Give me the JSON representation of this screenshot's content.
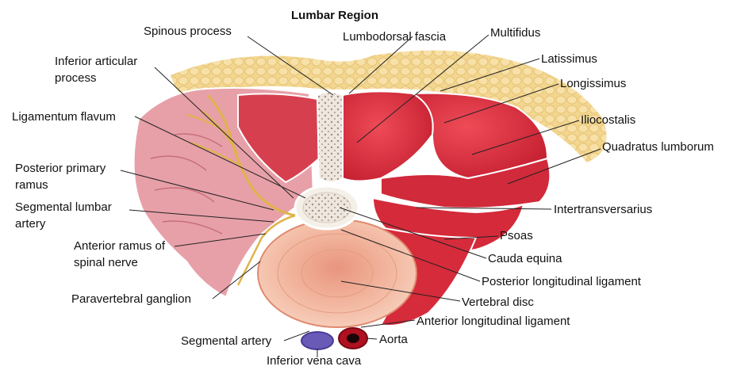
{
  "title": "Lumbar Region",
  "labels": {
    "spinous_process": "Spinous process",
    "lumbodorsal_fascia": "Lumbodorsal fascia",
    "multifidus": "Multifidus",
    "inferior_articular_process_1": "Inferior articular",
    "inferior_articular_process_2": "process",
    "latissimus": "Latissimus",
    "longissimus": "Longissimus",
    "ligamentum_flavum": "Ligamentum flavum",
    "iliocostalis": "Iliocostalis",
    "quadratus_lumborum": "Quadratus lumborum",
    "posterior_primary_ramus_1": "Posterior primary",
    "posterior_primary_ramus_2": "ramus",
    "segmental_lumbar_artery_1": "Segmental lumbar",
    "segmental_lumbar_artery_2": "artery",
    "intertransversarius": "Intertransversarius",
    "psoas": "Psoas",
    "anterior_ramus_1": "Anterior ramus of",
    "anterior_ramus_2": "spinal nerve",
    "cauda_equina": "Cauda equina",
    "posterior_longitudinal_ligament": "Posterior longitudinal ligament",
    "paravertebral_ganglion": "Paravertebral ganglion",
    "vertebral_disc": "Vertebral disc",
    "anterior_longitudinal_ligament": "Anterior longitudinal ligament",
    "segmental_artery": "Segmental artery",
    "aorta": "Aorta",
    "inferior_vena_cava": "Inferior vena cava"
  },
  "colors": {
    "fat": "#f2d48c",
    "muscle_red": "#d42a3a",
    "muscle_pink": "#e47b8a",
    "disc": "#f2b49a",
    "nerve": "#e0b34a",
    "aorta": "#b01020",
    "vena_cava": "#6a5ab8"
  }
}
